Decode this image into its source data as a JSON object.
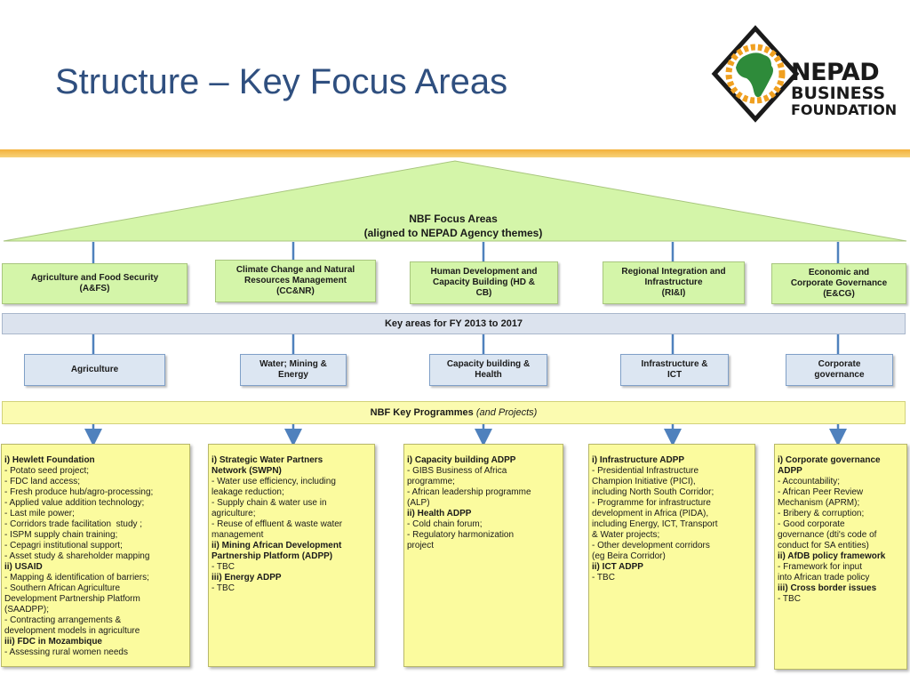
{
  "title": "Structure – Key Focus Areas",
  "logo": {
    "line1": "NEPAD",
    "line2": "BUSINESS",
    "line3": "FOUNDATION"
  },
  "colors": {
    "title": "#2f4f7f",
    "roof": "#d4f5a9",
    "accent_bar": "#f3b13a",
    "connector": "#4f81bd",
    "programme_box": "#fbfb9e"
  },
  "roof": {
    "line1": "NBF Focus Areas",
    "line2": "(aligned to NEPAD Agency themes)"
  },
  "focus_areas": [
    {
      "lines": [
        "Agriculture and Food Security",
        "(A&FS)"
      ]
    },
    {
      "lines": [
        "Climate Change and Natural",
        "Resources Management",
        "(CC&NR)"
      ]
    },
    {
      "lines": [
        "Human Development and",
        "Capacity Building (HD &",
        "CB)"
      ]
    },
    {
      "lines": [
        "Regional Integration and",
        "Infrastructure",
        "(RI&I)"
      ]
    },
    {
      "lines": [
        "Economic and",
        "Corporate Governance",
        "(E&CG)"
      ]
    }
  ],
  "key_areas_band": "Key areas for FY 2013 to 2017",
  "key_areas": [
    {
      "lines": [
        "Agriculture"
      ]
    },
    {
      "lines": [
        "Water; Mining &",
        "Energy"
      ]
    },
    {
      "lines": [
        "Capacity building &",
        "Health"
      ]
    },
    {
      "lines": [
        "Infrastructure &",
        "ICT"
      ]
    },
    {
      "lines": [
        "Corporate",
        "governance"
      ]
    }
  ],
  "programmes_band": {
    "bold": "NBF Key Programmes",
    "italic": "(and Projects)"
  },
  "programmes": [
    {
      "lines": [
        {
          "t": "i) Hewlett Foundation",
          "b": true
        },
        {
          "t": "- Potato seed project;"
        },
        {
          "t": "- FDC land access;"
        },
        {
          "t": "- Fresh produce hub/agro-processing;"
        },
        {
          "t": "- Applied value addition technology;"
        },
        {
          "t": "- Last mile power;"
        },
        {
          "t": "- Corridors trade facilitation  study ;"
        },
        {
          "t": "- ISPM supply chain training;"
        },
        {
          "t": "- Cepagri institutional support;"
        },
        {
          "t": "- Asset study & shareholder mapping"
        },
        {
          "t": "ii) USAID",
          "b": true
        },
        {
          "t": "- Mapping & identification of barriers;"
        },
        {
          "t": "- Southern African Agriculture"
        },
        {
          "t": "Development Partnership Platform"
        },
        {
          "t": "(SAADPP);"
        },
        {
          "t": "- Contracting arrangements &"
        },
        {
          "t": "development models in agriculture"
        },
        {
          "t": "iii) FDC in Mozambique",
          "b": true
        },
        {
          "t": "- Assessing rural women needs"
        }
      ]
    },
    {
      "lines": [
        {
          "t": "i) Strategic Water Partners",
          "b": true
        },
        {
          "t": "Network (SWPN)",
          "b": true
        },
        {
          "t": "- Water use efficiency, including"
        },
        {
          "t": "leakage reduction;"
        },
        {
          "t": "- Supply chain & water use in"
        },
        {
          "t": "agriculture;"
        },
        {
          "t": "- Reuse of effluent & waste water"
        },
        {
          "t": "management"
        },
        {
          "t": "ii) Mining African Development",
          "b": true
        },
        {
          "t": "Partnership Platform (ADPP)",
          "b": true
        },
        {
          "t": "- TBC"
        },
        {
          "t": "iii) Energy ADPP",
          "b": true
        },
        {
          "t": "- TBC"
        }
      ]
    },
    {
      "lines": [
        {
          "t": "i) Capacity building ADPP",
          "b": true
        },
        {
          "t": "- GIBS Business of Africa"
        },
        {
          "t": "programme;"
        },
        {
          "t": "- African leadership programme"
        },
        {
          "t": "(ALP)"
        },
        {
          "t": "ii) Health ADPP",
          "b": true
        },
        {
          "t": "- Cold chain forum;"
        },
        {
          "t": "- Regulatory harmonization"
        },
        {
          "t": "project"
        }
      ]
    },
    {
      "lines": [
        {
          "t": "i) Infrastructure ADPP",
          "b": true
        },
        {
          "t": "- Presidential Infrastructure"
        },
        {
          "t": "Champion Initiative (PICI),"
        },
        {
          "t": "including North South Corridor;"
        },
        {
          "t": "- Programme for infrastructure"
        },
        {
          "t": "development in Africa (PIDA),"
        },
        {
          "t": "including Energy, ICT, Transport"
        },
        {
          "t": "& Water projects;"
        },
        {
          "t": "- Other development corridors"
        },
        {
          "t": "(eg Beira Corridor)"
        },
        {
          "t": "ii) ICT ADPP",
          "b": true
        },
        {
          "t": "- TBC"
        }
      ]
    },
    {
      "lines": [
        {
          "t": "i) Corporate governance",
          "b": true
        },
        {
          "t": "ADPP",
          "b": true
        },
        {
          "t": "- Accountability;"
        },
        {
          "t": "- African Peer Review"
        },
        {
          "t": "Mechanism (APRM);"
        },
        {
          "t": "- Bribery & corruption;"
        },
        {
          "t": "- Good corporate"
        },
        {
          "t": "governance (dti's code of"
        },
        {
          "t": "conduct for SA entities)"
        },
        {
          "t": "ii) AfDB policy framework",
          "b": true
        },
        {
          "t": "- Framework for input"
        },
        {
          "t": "into African trade policy"
        },
        {
          "t": "iii) Cross border issues",
          "b": true
        },
        {
          "t": "- TBC"
        }
      ]
    }
  ]
}
